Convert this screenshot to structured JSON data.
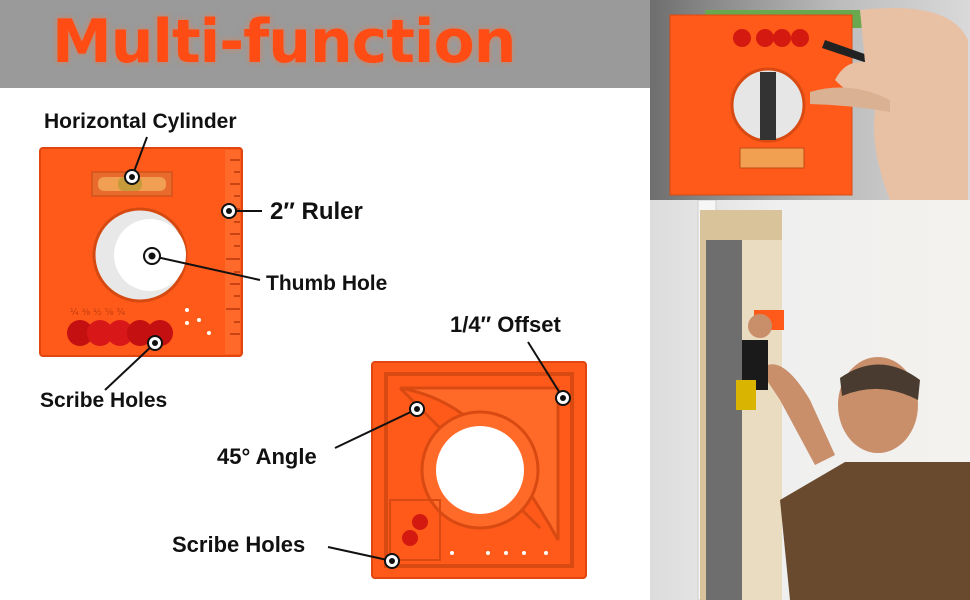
{
  "banner": {
    "title": "Multi-function"
  },
  "callouts": {
    "horizontal_cylinder": "Horizontal Cylinder",
    "ruler": "2″ Ruler",
    "thumb_hole": "Thumb Hole",
    "scribe_holes_top": "Scribe Holes",
    "offset": "1/4″ Offset",
    "angle": "45° Angle",
    "scribe_holes_bottom": "Scribe Holes"
  },
  "colors": {
    "tool_orange": "#ff5a1a",
    "banner_gray": "#9a9a9a",
    "title_orange": "#ff4b14"
  }
}
